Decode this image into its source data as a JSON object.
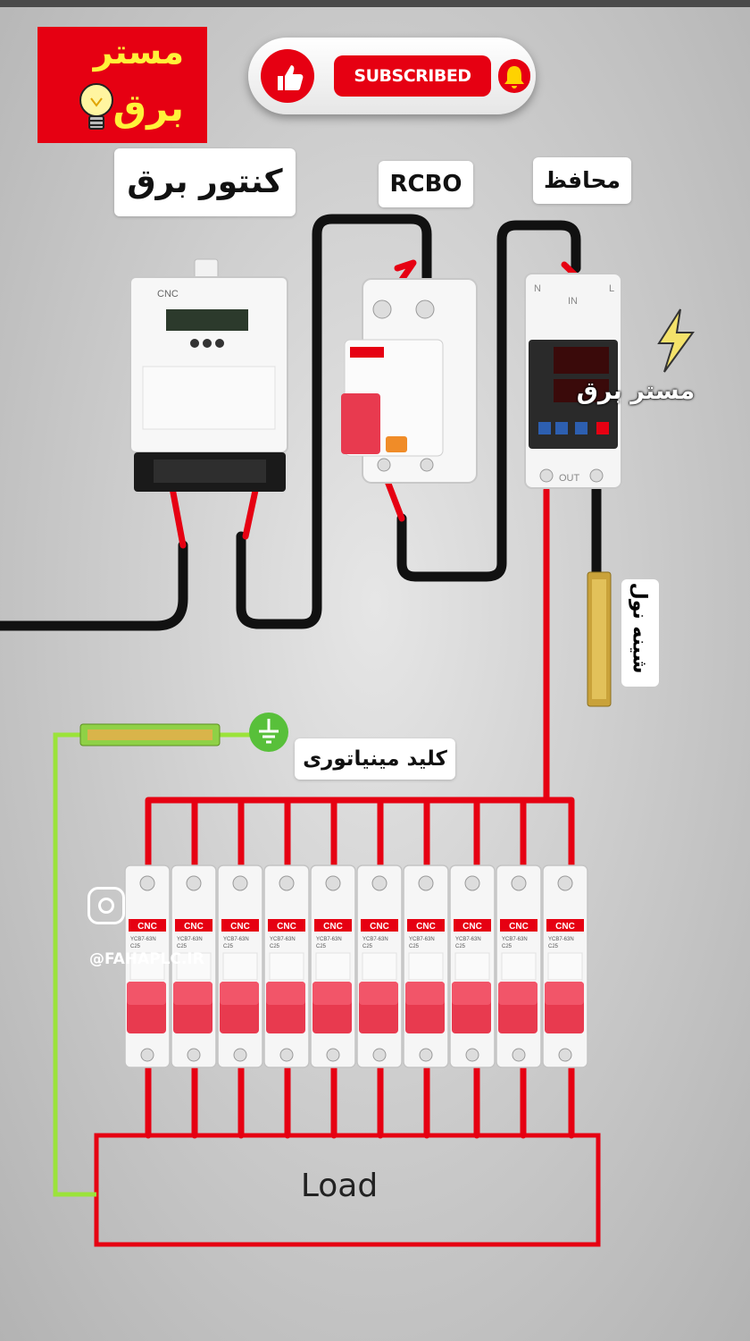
{
  "brand": {
    "line1": "مستر",
    "line2": "برق",
    "watermark": "مستر برق"
  },
  "subscribe": {
    "label": "SUBSCRIBED"
  },
  "labels": {
    "meter": "کنتور برق",
    "rcbo": "RCBO",
    "protector": "محافظ",
    "neutral_bar": "شینه نول",
    "mcb": "کلید مینیاتوری",
    "load": "Load"
  },
  "device_text": {
    "brand": "CNC",
    "mcb_model": "YCB7-63N",
    "mcb_rating": "C25",
    "protector_in": "IN",
    "protector_out": "OUT",
    "n": "N",
    "l": "L"
  },
  "mcb_count": 10,
  "social": {
    "handle": "@FAHAPLC.IR"
  },
  "colors": {
    "live": "#e60012",
    "neutral": "#111111",
    "earth": "#9be33a",
    "brand_red": "#e60012",
    "logo_yellow": "#fff23a"
  }
}
